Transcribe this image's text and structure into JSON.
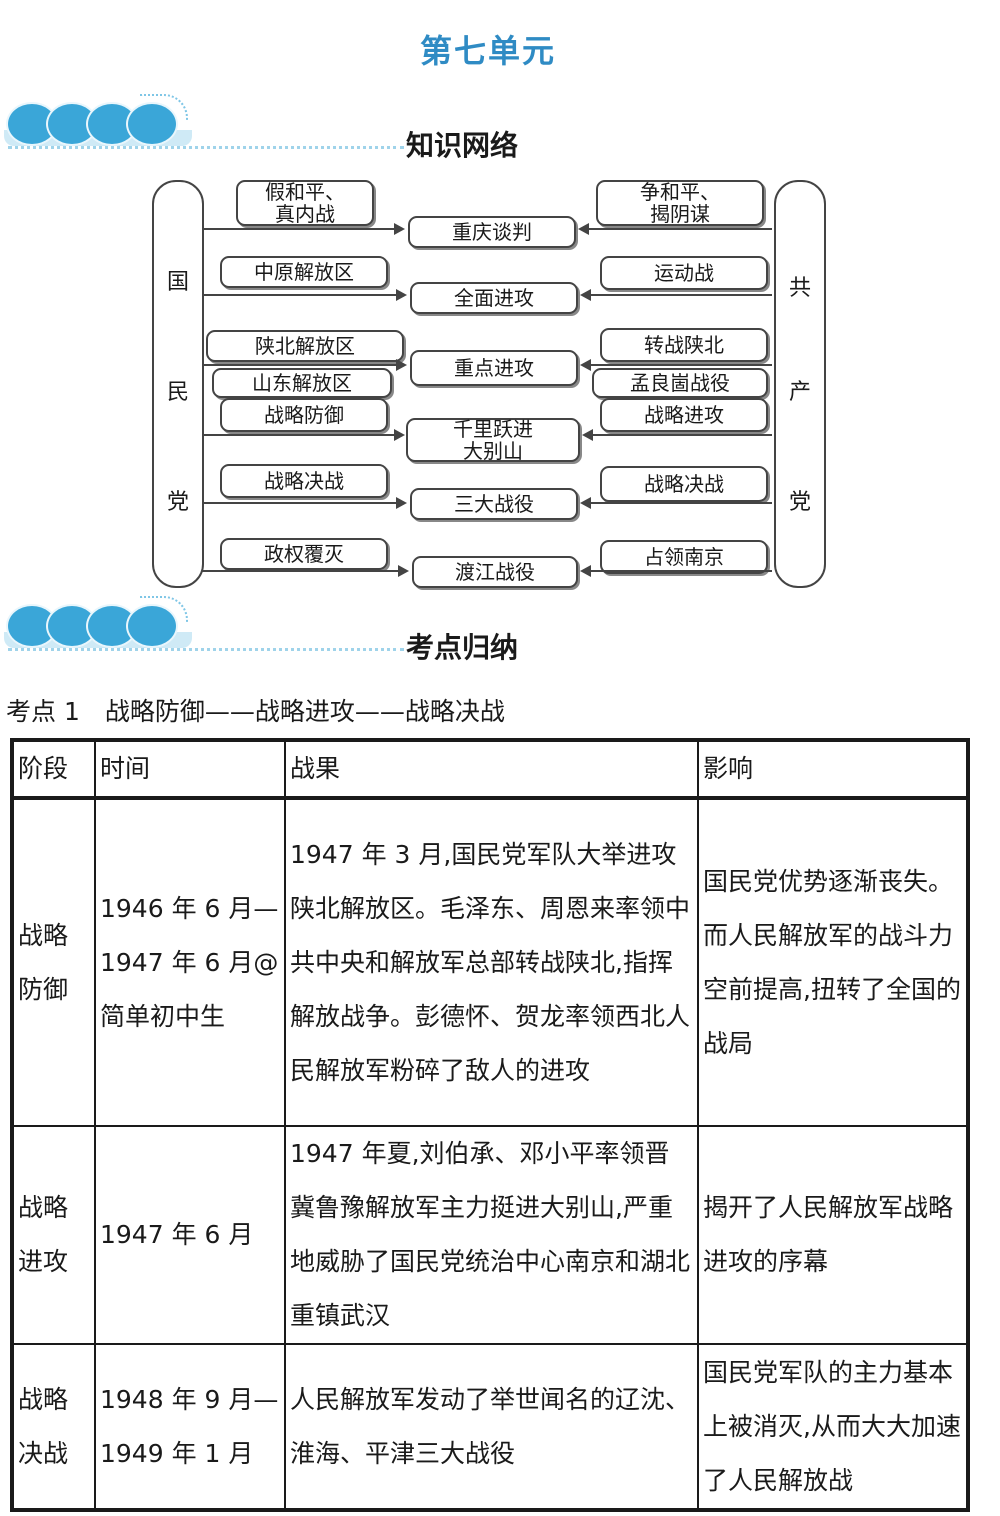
{
  "unit_title": "第七单元",
  "sections": {
    "knowledge_network": "知识网络",
    "exam_points": "考点归纳"
  },
  "diagram": {
    "left_party": [
      "国",
      "民",
      "党"
    ],
    "right_party": [
      "共",
      "产",
      "党"
    ],
    "rows": [
      {
        "left": [
          "假和平、",
          "真内战"
        ],
        "center": [
          "重庆谈判"
        ],
        "right": [
          "争和平、",
          "揭阴谋"
        ]
      },
      {
        "left": [
          "中原解放区"
        ],
        "center": [
          "全面进攻"
        ],
        "right": [
          "运动战"
        ]
      },
      {
        "left": [
          "陕北解放区",
          "山东解放区"
        ],
        "center": [
          "重点进攻"
        ],
        "right": [
          "转战陕北",
          "孟良崮战役"
        ]
      },
      {
        "left": [
          "战略防御"
        ],
        "center": [
          "千里跃进",
          "大别山"
        ],
        "right": [
          "战略进攻"
        ]
      },
      {
        "left": [
          "战略决战"
        ],
        "center": [
          "三大战役"
        ],
        "right": [
          "战略决战"
        ]
      },
      {
        "left": [
          "政权覆灭"
        ],
        "center": [
          "渡江战役"
        ],
        "right": [
          "占领南京"
        ]
      }
    ]
  },
  "exam_point_1": "考点 1　战略防御——战略进攻——战略决战",
  "table": {
    "headers": [
      "阶段",
      "时间",
      "战果",
      "影响"
    ],
    "rows": [
      {
        "stage": "战略防御",
        "time": "1946 年 6 月—1947 年 6 月@简单初中生",
        "result": "1947 年 3 月,国民党军队大举进攻陕北解放区。毛泽东、周恩来率领中共中央和解放军总部转战陕北,指挥解放战争。彭德怀、贺龙率领西北人民解放军粉碎了敌人的进攻",
        "impact": "国民党优势逐渐丧失。而人民解放军的战斗力空前提高,扭转了全国的战局"
      },
      {
        "stage": "战略进攻",
        "time": "1947 年 6 月",
        "result": "1947 年夏,刘伯承、邓小平率领晋冀鲁豫解放军主力挺进大别山,严重地威胁了国民党统治中心南京和湖北重镇武汉",
        "impact": "揭开了人民解放军战略进攻的序幕"
      },
      {
        "stage": "战略决战",
        "time": "1948 年 9 月—1949 年 1 月",
        "result": "人民解放军发动了举世闻名的辽沈、淮海、平津三大战役",
        "impact": "国民党军队的主力基本上被消灭,从而大大加速了人民解放战"
      }
    ]
  }
}
